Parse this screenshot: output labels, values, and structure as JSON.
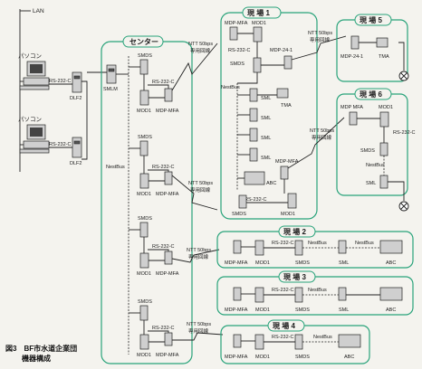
{
  "caption": {
    "line1": "図3　BF市水道企業団",
    "line2": "機器構成"
  },
  "top_bus_label": "LAN",
  "groups": {
    "center": "センター",
    "site1": "現 場 1",
    "site2": "現 場 2",
    "site3": "現 場 3",
    "site4": "現 場 4",
    "site5": "現 場 5",
    "site6": "現 場 6"
  },
  "devices": {
    "pc": "パソコン",
    "rs232c": "RS-232-C",
    "dlf2": "DLF2",
    "smlm": "SMLM",
    "smds": "SMDS",
    "mod1": "MOD1",
    "mdp_mfa": "MDP-MFA",
    "nestbus": "NestBus",
    "sml": "SML",
    "tma": "TMA",
    "abc": "ABC",
    "mdp_24_1": "MDP-24-1",
    "mdp_mfa_alt": "MDP MFA"
  },
  "line_labels": {
    "ntt50bps": "NTT 50bps",
    "dedicated": "専用回線"
  }
}
